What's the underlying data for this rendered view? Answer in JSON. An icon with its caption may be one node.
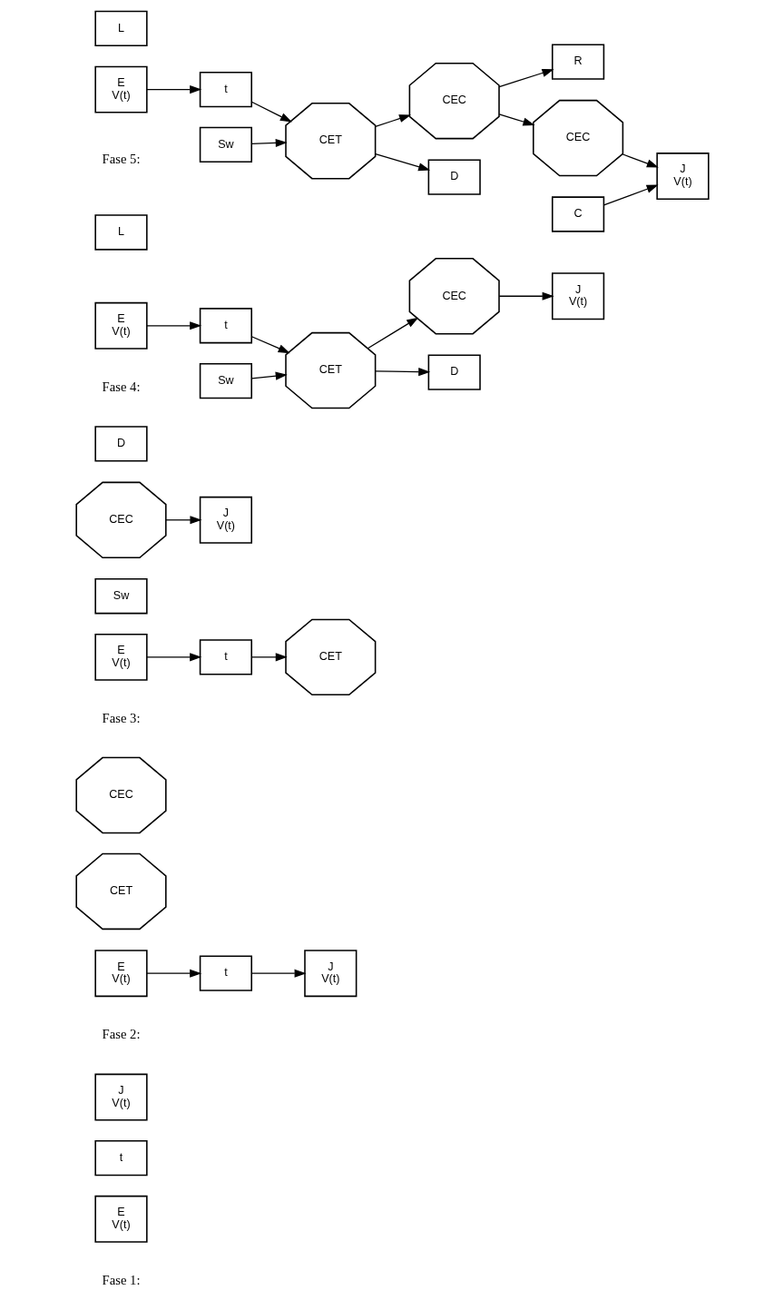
{
  "diagram": {
    "nodes": [
      {
        "text": [
          "E",
          "V(t)"
        ]
      },
      {
        "text": [
          "t"
        ]
      },
      {
        "text": [
          "J",
          "V(t)"
        ]
      },
      {
        "text": [
          "E",
          "V(t)"
        ]
      },
      {
        "text": [
          "CET"
        ]
      },
      {
        "text": [
          "CEC"
        ]
      },
      {
        "text": [
          "J",
          "V(t)"
        ]
      },
      {
        "text": [
          "t"
        ]
      },
      {
        "text": [
          "E",
          "V(t)"
        ]
      },
      {
        "text": [
          "t"
        ]
      },
      {
        "text": [
          "Sw"
        ]
      },
      {
        "text": [
          "CET"
        ]
      },
      {
        "text": [
          "CEC"
        ]
      },
      {
        "text": [
          "J",
          "V(t)"
        ]
      },
      {
        "text": [
          "D"
        ]
      },
      {
        "text": [
          "E",
          "V(t)"
        ]
      },
      {
        "text": [
          "t"
        ]
      },
      {
        "text": [
          "L"
        ]
      },
      {
        "text": [
          "Sw"
        ]
      },
      {
        "text": [
          "CET"
        ]
      },
      {
        "text": [
          "CEC"
        ]
      },
      {
        "text": [
          "J",
          "V(t)"
        ]
      },
      {
        "text": [
          "D"
        ]
      },
      {
        "text": [
          "E",
          "V(t)"
        ]
      },
      {
        "text": [
          "t"
        ]
      },
      {
        "text": [
          "L"
        ]
      },
      {
        "text": [
          "Sw"
        ]
      },
      {
        "text": [
          "CET"
        ]
      },
      {
        "text": [
          "CEC"
        ]
      },
      {
        "text": [
          "R"
        ]
      },
      {
        "text": [
          "C"
        ]
      },
      {
        "text": [
          "D"
        ]
      },
      {
        "text": [
          "CEC"
        ]
      },
      {
        "text": [
          "J",
          "V(t)"
        ]
      }
    ],
    "edges": [
      {
        "from": 3,
        "to": 7,
        "arrow": "to"
      },
      {
        "from": 7,
        "to": 6,
        "arrow": "to"
      },
      {
        "from": 8,
        "to": 9,
        "arrow": "to"
      },
      {
        "from": 9,
        "to": 11,
        "arrow": "to"
      },
      {
        "from": 12,
        "to": 13,
        "arrow": "to"
      },
      {
        "from": 15,
        "to": 16,
        "arrow": "to"
      },
      {
        "from": 16,
        "to": 19,
        "arrow": "to"
      },
      {
        "from": 18,
        "to": 19,
        "arrow": "to"
      },
      {
        "from": 19,
        "to": 20,
        "arrow": "to"
      },
      {
        "from": 20,
        "to": 21,
        "arrow": "to"
      },
      {
        "from": 19,
        "to": 22,
        "arrow": "to"
      },
      {
        "from": 23,
        "to": 24,
        "arrow": "to"
      },
      {
        "from": 24,
        "to": 27,
        "arrow": "to"
      },
      {
        "from": 26,
        "to": 27,
        "arrow": "to"
      },
      {
        "from": 27,
        "to": 28,
        "arrow": "to"
      },
      {
        "from": 28,
        "to": 29,
        "arrow": "to"
      },
      {
        "from": 27,
        "to": 31,
        "arrow": "to"
      },
      {
        "from": 28,
        "to": 32,
        "arrow": "to"
      },
      {
        "from": 30,
        "to": 33,
        "arrow": "to"
      },
      {
        "from": 32,
        "to": 33,
        "arrow": "to"
      }
    ],
    "labels": [
      "Fase 1:",
      "Fase 2:",
      "Fase 3:",
      "Fase 4:",
      "Fase 5:"
    ]
  }
}
